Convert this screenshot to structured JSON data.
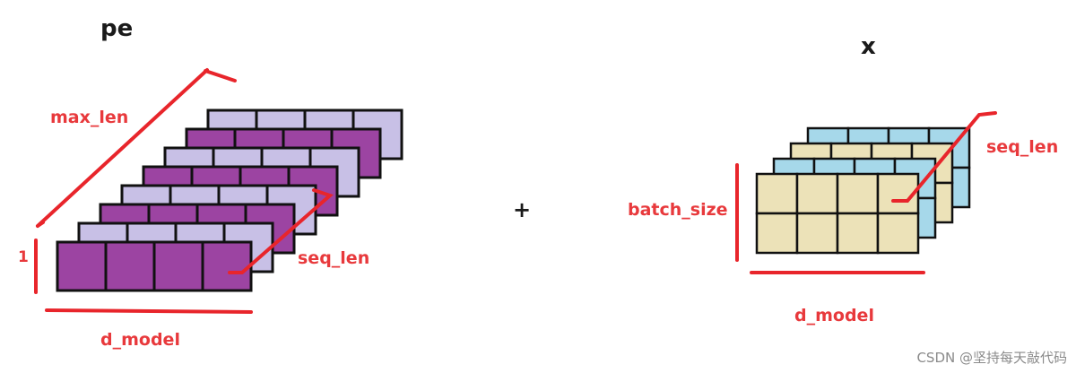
{
  "left": {
    "title": "pe",
    "label_max_len": "max_len",
    "label_one": "1",
    "label_seq_len": "seq_len",
    "label_d_model": "d_model",
    "layer_colors": [
      "#c8c0e6",
      "#9c44a2"
    ],
    "layers": 8,
    "cells_per_row": 4
  },
  "operator": "+",
  "right": {
    "title": "x",
    "label_seq_len": "seq_len",
    "label_batch_size": "batch_size",
    "label_d_model": "d_model",
    "layer_colors": [
      "#ece2b8",
      "#a6d8ea",
      "#ece2b8",
      "#a6d8ea"
    ],
    "layers": 4,
    "rows": 2,
    "cells_per_row": 4
  },
  "watermark": "CSDN @坚持每天敲代码",
  "colors": {
    "annotation_red": "#e8252b",
    "outline": "#111111"
  }
}
